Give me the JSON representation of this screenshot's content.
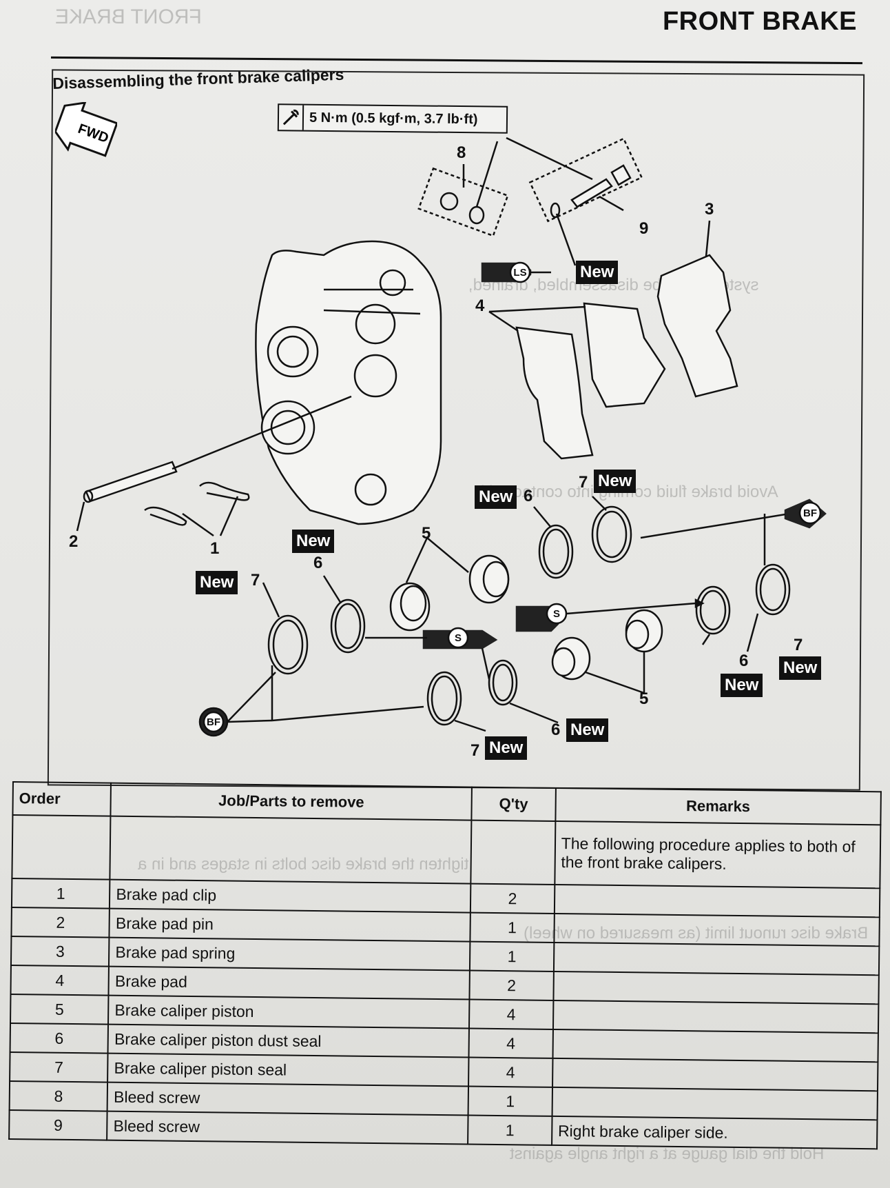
{
  "header": {
    "title": "FRONT BRAKE"
  },
  "section": {
    "title": "Disassembling the front brake calipers"
  },
  "fwd_label": "FWD",
  "torque": {
    "spec": "5 N·m (0.5 kgf·m, 3.7 lb·ft)"
  },
  "callouts": {
    "c1": "1",
    "c2": "2",
    "c3": "3",
    "c4": "4",
    "c5a": "5",
    "c5b": "5",
    "c6a": "6",
    "c6b": "6",
    "c6c": "6",
    "c6d": "6",
    "c7a": "7",
    "c7b": "7",
    "c7c": "7",
    "c7d": "7",
    "c8": "8",
    "c9": "9"
  },
  "new_tag": "New",
  "lube_labels": {
    "ls": "LS",
    "s": "S",
    "bf": "BF"
  },
  "table": {
    "headers": {
      "order": "Order",
      "job": "Job/Parts to remove",
      "qty": "Q'ty",
      "remarks": "Remarks"
    },
    "intro_remark": "The following procedure applies to both of the front brake calipers.",
    "rows": [
      {
        "order": "1",
        "job": "Brake pad clip",
        "qty": "2",
        "remarks": ""
      },
      {
        "order": "2",
        "job": "Brake pad pin",
        "qty": "1",
        "remarks": ""
      },
      {
        "order": "3",
        "job": "Brake pad spring",
        "qty": "1",
        "remarks": ""
      },
      {
        "order": "4",
        "job": "Brake pad",
        "qty": "2",
        "remarks": ""
      },
      {
        "order": "5",
        "job": "Brake caliper piston",
        "qty": "4",
        "remarks": ""
      },
      {
        "order": "6",
        "job": "Brake caliper piston dust seal",
        "qty": "4",
        "remarks": ""
      },
      {
        "order": "7",
        "job": "Brake caliper piston seal",
        "qty": "4",
        "remarks": ""
      },
      {
        "order": "8",
        "job": "Bleed screw",
        "qty": "1",
        "remarks": ""
      },
      {
        "order": "9",
        "job": "Bleed screw",
        "qty": "1",
        "remarks": "Right brake caliper side."
      }
    ]
  }
}
